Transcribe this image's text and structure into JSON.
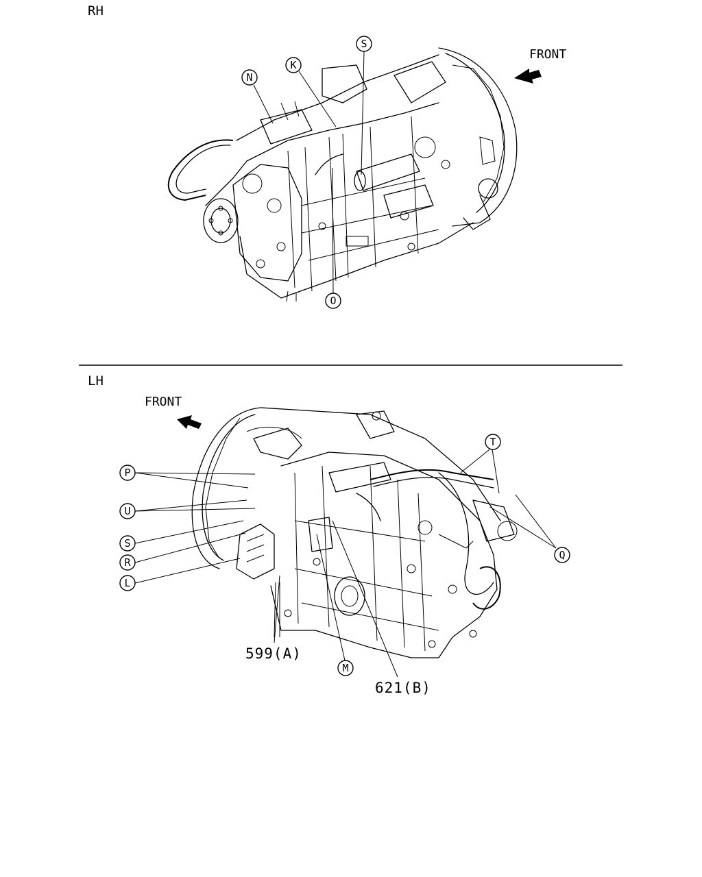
{
  "views": {
    "rh": {
      "title": "RH",
      "front_label": "FRONT",
      "callouts": [
        "S",
        "K",
        "N",
        "O"
      ]
    },
    "lh": {
      "title": "LH",
      "front_label": "FRONT",
      "callouts": [
        "P",
        "U",
        "S",
        "R",
        "L",
        "T",
        "Q",
        "M"
      ],
      "refs": [
        "599(A)",
        "621(B)"
      ]
    }
  }
}
